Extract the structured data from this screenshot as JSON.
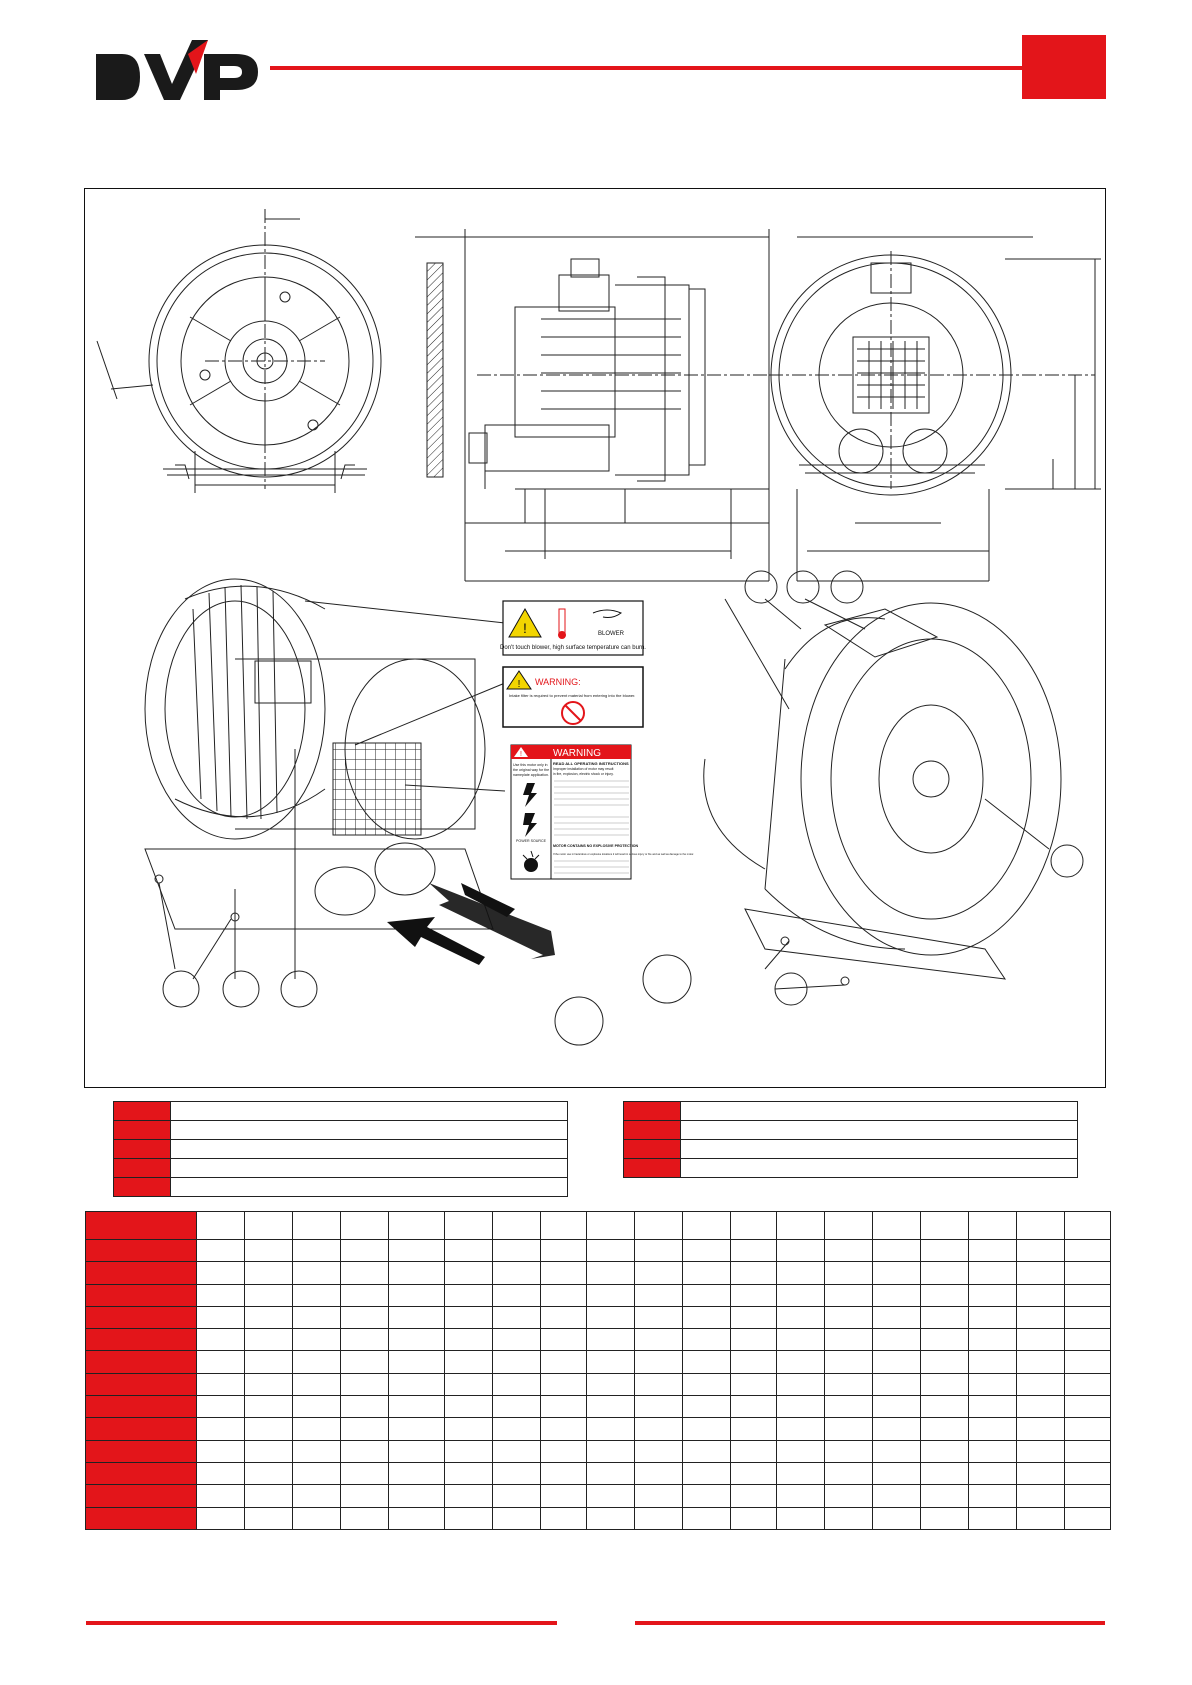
{
  "brand": {
    "logo_text": "DVP",
    "accent": "#e3151a"
  },
  "labels": {
    "hot_surface": "Don't touch blower, high surface temperature can burn.",
    "hot_surface_brand": "BLOWER",
    "intake_title": "WARNING:",
    "intake_text": "Intake filter is required to prevent material from entering into the blower.",
    "main_title": "WARNING",
    "read_title": "READ ALL OPERATING INSTRUCTIONS",
    "read_text_1": "Improper installation of motor may result",
    "read_text_2": "in fire, explosion, electric shock or injury.",
    "use_text_1": "Use this motor only in",
    "use_text_2": "the original way for the",
    "use_text_3": "nameplate application.",
    "power_caption": "POWER SOURCE",
    "explosive_title": "MOTOR CONTAINS NO EXPLOSIVE PROTECTION",
    "explosive_text": "If the motor use in hazardous or explosive locations it will result in serious injury or fire and as well as damage to the motor."
  },
  "icons": [
    "warning-triangle-icon",
    "thermometer-icon",
    "burn-hand-icon",
    "no-entry-icon",
    "electric-shock-icon",
    "explosion-icon",
    "direction-arrow-icon"
  ],
  "legend_left_rows": 5,
  "legend_right_rows": 4,
  "spec_table": {
    "rows": 14,
    "value_columns": 19
  }
}
